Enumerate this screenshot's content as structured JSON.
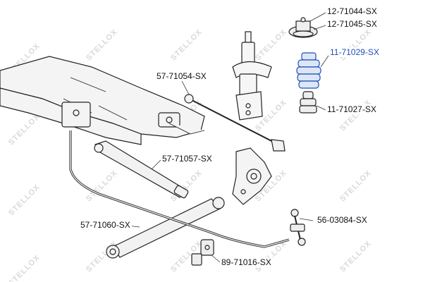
{
  "diagram": {
    "highlight_color": "#1f4fb8",
    "labels": {
      "p1": "12-71044-SX",
      "p2": "12-71045-SX",
      "p3": "11-71029-SX",
      "p4": "11-71027-SX",
      "p5": "57-71054-SX",
      "p6": "57-71057-SX",
      "p7": "57-71060-SX",
      "p8": "56-03084-SX",
      "p9": "89-71016-SX"
    },
    "watermark": "STELLOX"
  }
}
